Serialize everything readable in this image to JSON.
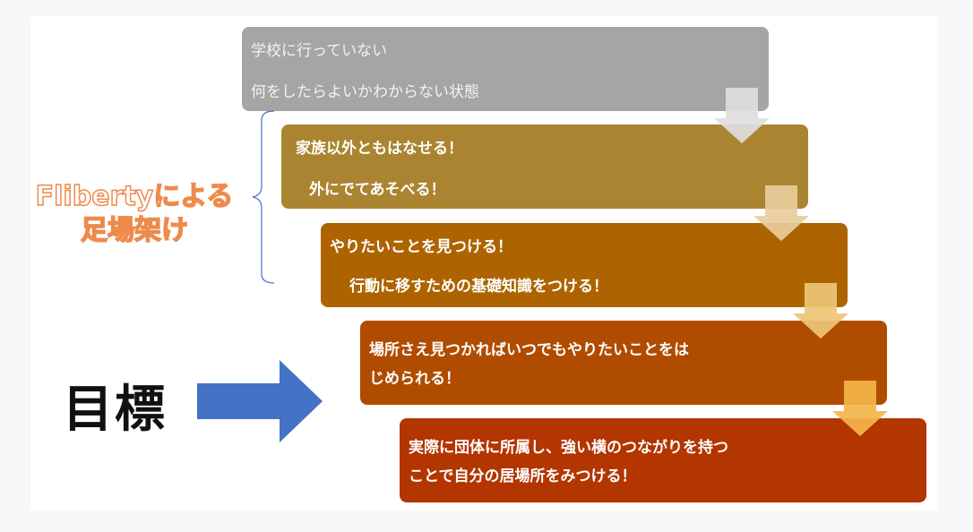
{
  "steps": [
    {
      "lines": [
        "学校に行っていない",
        "何をしたらよいかわからない状態"
      ],
      "color": "#a5a5a5",
      "text_color": "#f2f2f2"
    },
    {
      "lines": [
        "家族以外ともはなせる！",
        "外にでてあそべる！"
      ],
      "color": "#aa8430",
      "text_color": "#ffffff"
    },
    {
      "lines": [
        "やりたいことを見つける！",
        "行動に移すための基礎知識をつける！"
      ],
      "color": "#ad6400",
      "text_color": "#ffffff"
    },
    {
      "lines": [
        "場所さえ見つかればいつでもやりたいことをは",
        "じめられる！"
      ],
      "color": "#b04c00",
      "text_color": "#ffffff"
    },
    {
      "lines": [
        "実際に団体に所属し、強い横のつながりを持つ",
        "ことで自分の居場所をみつける！"
      ],
      "color": "#b33500",
      "text_color": "#ffffff"
    }
  ],
  "arrow_colors": [
    "#dedede",
    "#e8cd9c",
    "#edc676",
    "#f4b54a"
  ],
  "scaffold_label": {
    "line1": "Flibertyによる",
    "line2": "足場架け"
  },
  "goal_label": "目標",
  "colors": {
    "bracket": "#4472c4",
    "goal_arrow": "#4472c4",
    "scaffold_text": "#ee8a4c"
  }
}
